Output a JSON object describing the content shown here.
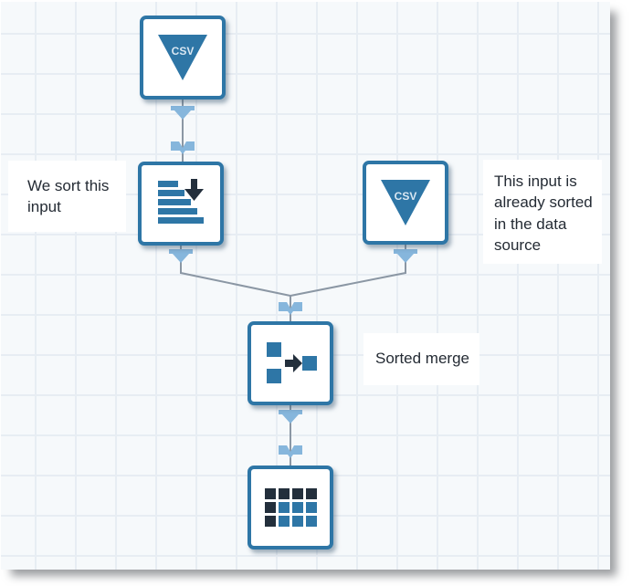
{
  "canvas": {
    "type": "dataflow-designer-grid",
    "grid": "on",
    "background_color": "#f6f9fb",
    "grid_line_color": "#e7edf3"
  },
  "colors": {
    "node_border": "#2e76a6",
    "node_fill": "#ffffff",
    "icon_blue": "#2e76a6",
    "icon_dark": "#232f3c",
    "port_marker": "#86b6dc",
    "connector_line": "#8b97a4",
    "annotation_text": "#242b34",
    "annotation_background": "#ffffff"
  },
  "nodes": [
    {
      "id": "csv-import-1",
      "type": "csv-import",
      "icon": "csv-funnel-icon",
      "icon_text": "CSV"
    },
    {
      "id": "sort",
      "type": "sort",
      "icon": "sort-bars-descending-icon",
      "icon_text": ""
    },
    {
      "id": "csv-import-2",
      "type": "csv-import",
      "icon": "csv-funnel-icon",
      "icon_text": "CSV"
    },
    {
      "id": "sorted-merge",
      "type": "merge",
      "icon": "merge-arrow-icon",
      "icon_text": ""
    },
    {
      "id": "table-output",
      "type": "table",
      "icon": "table-grid-icon",
      "icon_text": ""
    }
  ],
  "connectors": [
    {
      "from": "csv-import-1",
      "to": "sort",
      "output_marker": "output-port-icon",
      "input_marker": "input-port-icon"
    },
    {
      "from": "sort",
      "to": "sorted-merge",
      "output_marker": "output-port-icon",
      "input_marker": "input-port-icon"
    },
    {
      "from": "csv-import-2",
      "to": "sorted-merge",
      "output_marker": "output-port-icon",
      "input_marker": "input-port-icon"
    },
    {
      "from": "sorted-merge",
      "to": "table-output",
      "output_marker": "output-port-icon",
      "input_marker": "input-port-icon"
    }
  ],
  "annotations": [
    {
      "text": "We sort this input"
    },
    {
      "text": "This input is already sorted in the data source"
    },
    {
      "text": "Sorted merge"
    }
  ]
}
